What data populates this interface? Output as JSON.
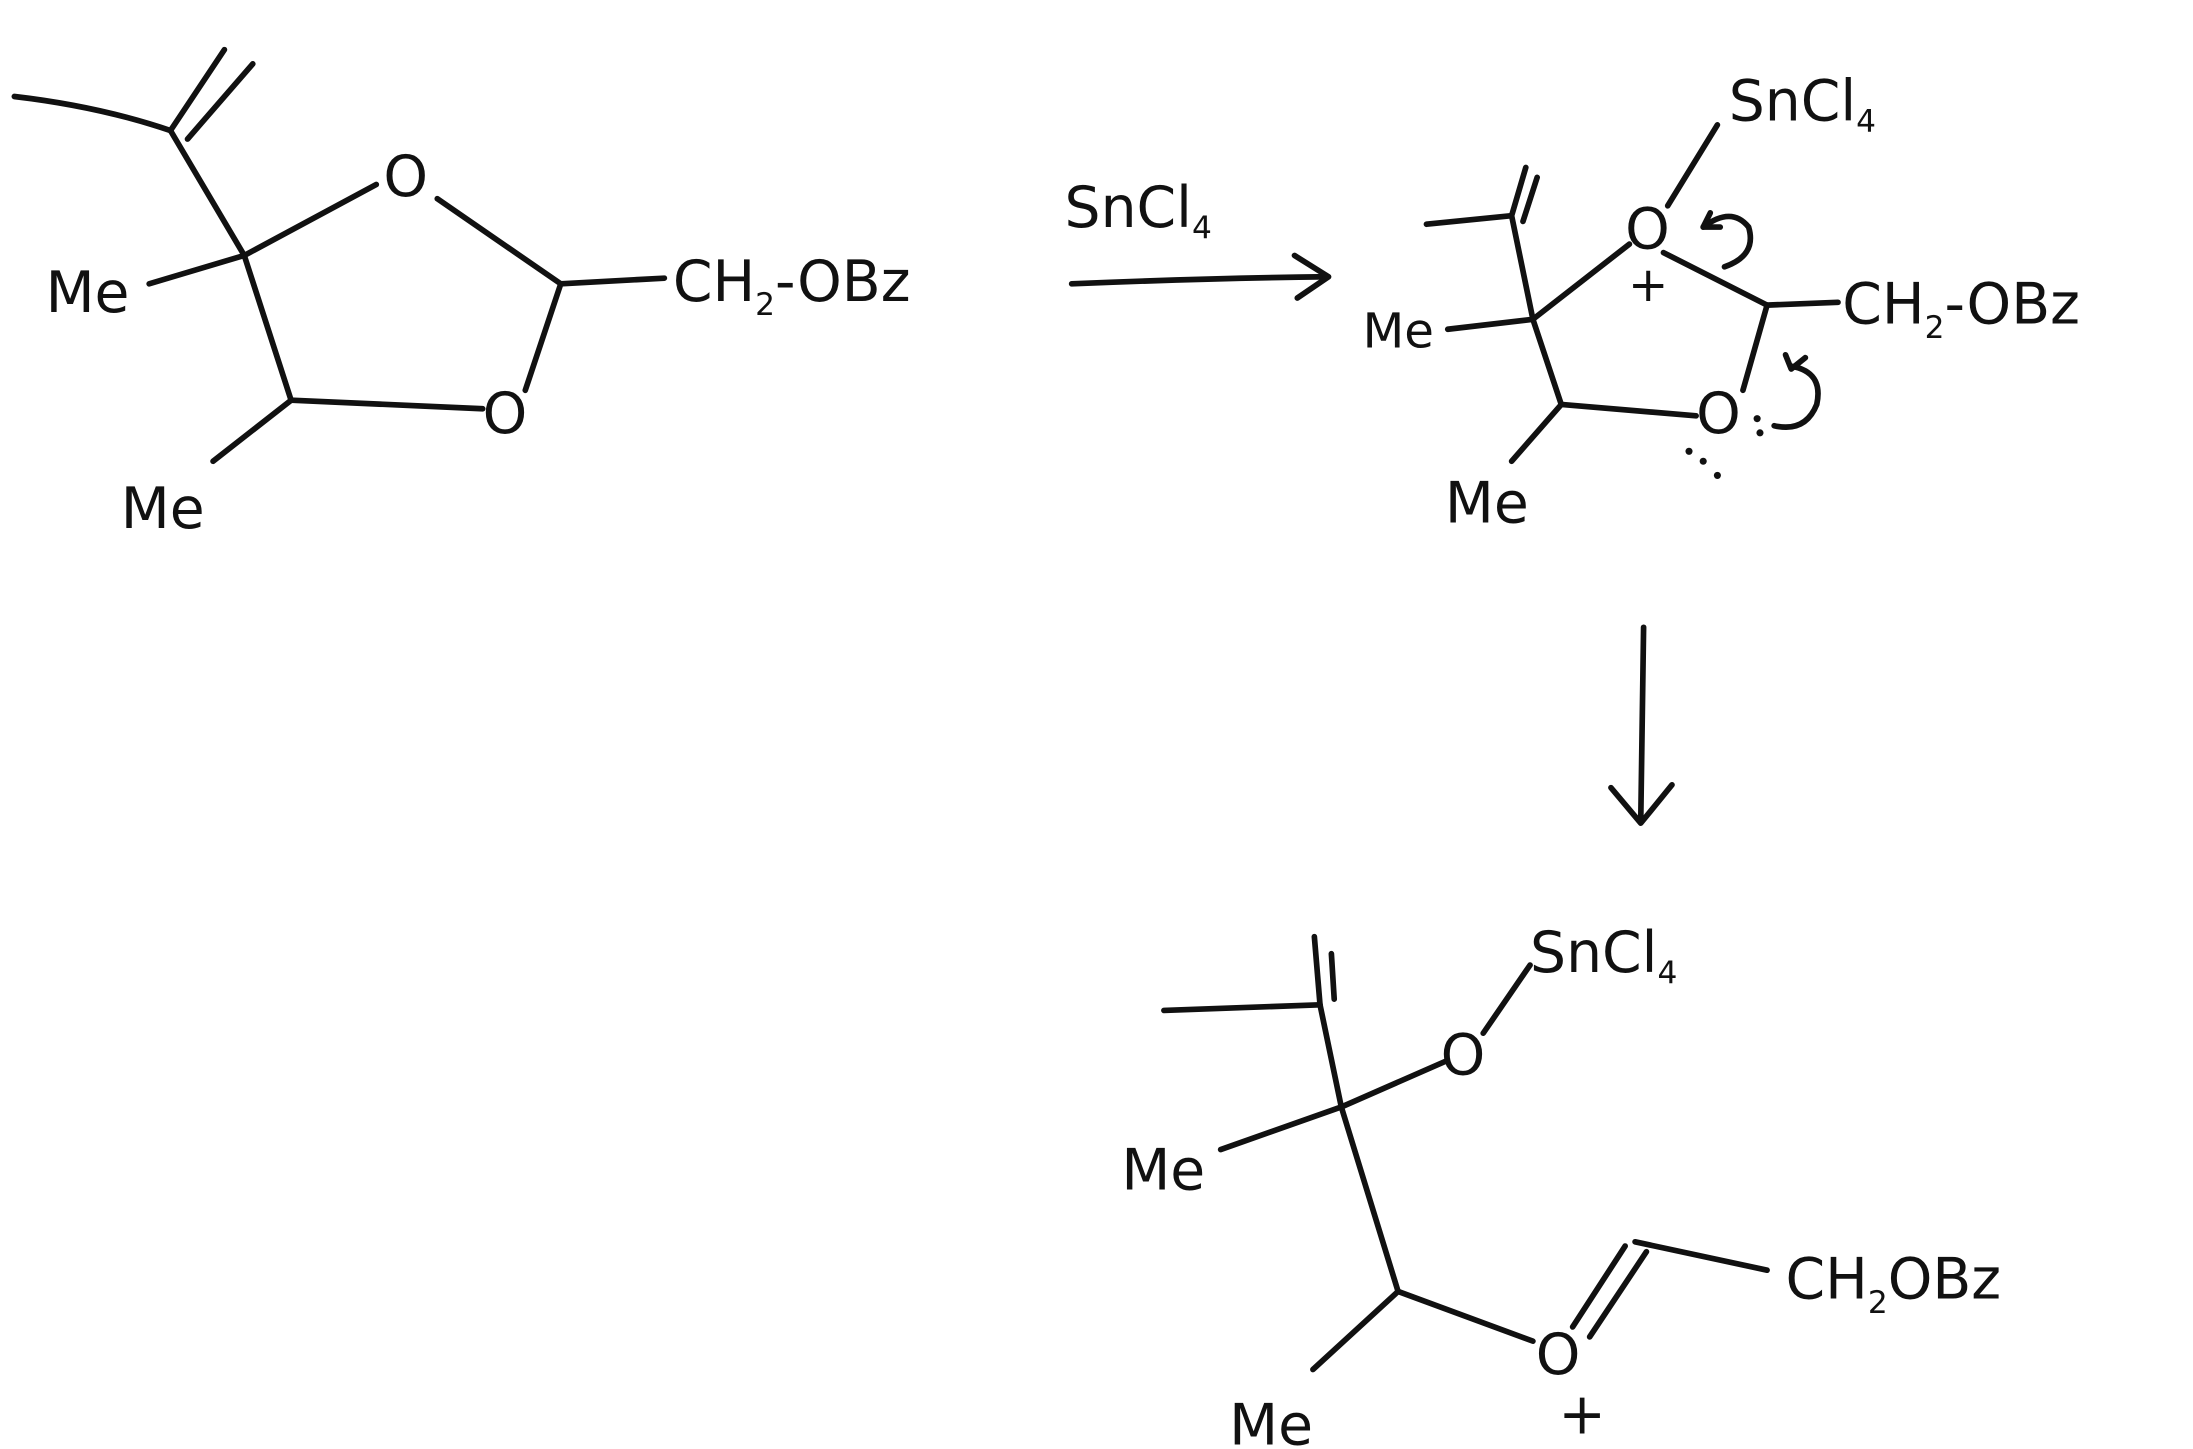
{
  "diagram": {
    "title": "SnCl4-mediated dioxolane ring opening mechanism",
    "colors": {
      "ink": "#111111",
      "background": "#ffffff"
    },
    "reactant": {
      "methyl_1": "Me",
      "methyl_2": "Me",
      "oxygen_top": "O",
      "oxygen_bottom": "O",
      "substituent_main": "CH",
      "substituent_sub": "2",
      "substituent_tail": "-OBz"
    },
    "reagent_arrow": {
      "label": "SnCl",
      "label_sub": "4"
    },
    "intermediate": {
      "lewis_acid": "SnCl",
      "lewis_acid_sub": "4",
      "oxygen_top": "O",
      "charge": "+",
      "oxygen_bottom": "O",
      "methyl_1": "Me",
      "methyl_2": "Me",
      "substituent_main": "CH",
      "substituent_sub": "2",
      "substituent_tail": "-OBz"
    },
    "product": {
      "lewis_acid": "SnCl",
      "lewis_acid_sub": "4",
      "oxygen_top": "O",
      "oxygen_oxocarbenium": "O",
      "charge": "+",
      "methyl_1": "Me",
      "methyl_2": "Me",
      "substituent_main": "CH",
      "substituent_sub": "2",
      "substituent_tail": "OBz"
    }
  }
}
